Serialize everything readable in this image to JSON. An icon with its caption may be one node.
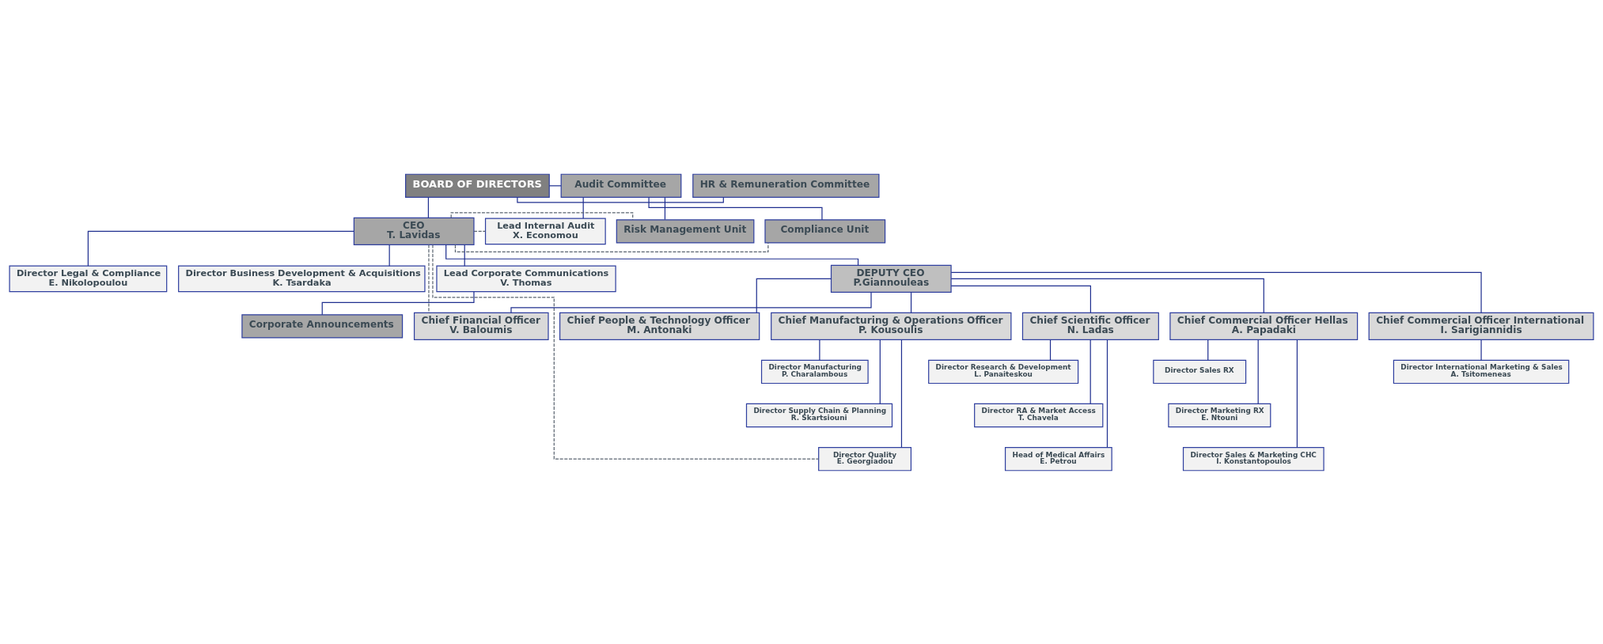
{
  "diagram": {
    "nodes": [
      {
        "text": [
          "BOARD OF DIRECTORS"
        ]
      },
      {
        "text": [
          "HR & Remuneration Committee"
        ]
      },
      {
        "text": [
          "Audit Committee"
        ]
      },
      {
        "text": [
          "Director Legal & Compliance",
          "E. Nikolopoulou"
        ]
      },
      {
        "text": [
          "CEO",
          "T. Lavidas"
        ]
      },
      {
        "text": [
          "Lead Internal Audit",
          "X. Economou"
        ]
      },
      {
        "text": [
          "Director Business Development & Acquisitions",
          "K. Tsardaka"
        ]
      },
      {
        "text": [
          "Risk Management Unit"
        ]
      },
      {
        "text": [
          "Corporate Announcements"
        ]
      },
      {
        "text": [
          "Lead Corporate Communications",
          "V. Thomas"
        ]
      },
      {
        "text": [
          "Compliance Unit"
        ]
      },
      {
        "text": [
          "DEPUTY CEO",
          "P.Giannouleas"
        ]
      },
      {
        "text": [
          "Chief Financial Officer",
          "V. Baloumis"
        ]
      },
      {
        "text": [
          "Chief People & Technology Officer",
          "M. Antonaki"
        ]
      },
      {
        "text": [
          "Chief Manufacturing & Operations Officer",
          "P. Kousoulis"
        ]
      },
      {
        "text": [
          "Chief Scientific Officer",
          "N. Ladas"
        ]
      },
      {
        "text": [
          "Chief Commercial Officer Hellas",
          "A. Papadaki"
        ]
      },
      {
        "text": [
          "Chief Commercial Officer International",
          "I. Sarigiannidis"
        ]
      },
      {
        "text": [
          "Director International Marketing & Sales",
          "A. Tsitomeneas"
        ]
      },
      {
        "text": [
          "Director Manufacturing",
          "P. Charalambous"
        ]
      },
      {
        "text": [
          "Director Research & Development",
          "L. Panaiteskou"
        ]
      },
      {
        "text": [
          "Director Sales RX"
        ]
      },
      {
        "text": [
          "Director Supply Chain & Planning",
          "R. Skartsiouni"
        ]
      },
      {
        "text": [
          "Director RA & Market Access",
          "T. Chavela"
        ]
      },
      {
        "text": [
          "Director Marketing RX",
          "E. Ntouni"
        ]
      },
      {
        "text": [
          "Director Quality",
          "E. Georgiadou"
        ]
      },
      {
        "text": [
          "Head of Medical Affairs",
          "E. Petrou"
        ]
      },
      {
        "text": [
          "Director Sales & Marketing CHC",
          "I. Konstantopoulos"
        ]
      }
    ],
    "edges": [
      {
        "from": 0,
        "to": 1,
        "arrow": "none"
      },
      {
        "from": 0,
        "to": 2,
        "arrow": "none"
      },
      {
        "from": 0,
        "to": 4,
        "arrow": "none"
      },
      {
        "from": 4,
        "to": 3,
        "arrow": "none"
      },
      {
        "from": 4,
        "to": 6,
        "arrow": "none"
      },
      {
        "from": 4,
        "to": 9,
        "arrow": "none"
      },
      {
        "from": 9,
        "to": 8,
        "arrow": "none"
      },
      {
        "from": 2,
        "to": 5,
        "arrow": "none"
      },
      {
        "from": 2,
        "to": 7,
        "arrow": "none"
      },
      {
        "from": 2,
        "to": 10,
        "arrow": "none"
      },
      {
        "from": 4,
        "to": 11,
        "arrow": "none"
      },
      {
        "from": 11,
        "to": 12,
        "arrow": "none"
      },
      {
        "from": 11,
        "to": 13,
        "arrow": "none"
      },
      {
        "from": 11,
        "to": 14,
        "arrow": "none"
      },
      {
        "from": 11,
        "to": 15,
        "arrow": "none"
      },
      {
        "from": 11,
        "to": 16,
        "arrow": "none"
      },
      {
        "from": 11,
        "to": 17,
        "arrow": "none"
      },
      {
        "from": 14,
        "to": 19,
        "arrow": "none"
      },
      {
        "from": 14,
        "to": 22,
        "arrow": "none"
      },
      {
        "from": 14,
        "to": 25,
        "arrow": "none"
      },
      {
        "from": 15,
        "to": 20,
        "arrow": "none"
      },
      {
        "from": 15,
        "to": 23,
        "arrow": "none"
      },
      {
        "from": 15,
        "to": 26,
        "arrow": "none"
      },
      {
        "from": 16,
        "to": 21,
        "arrow": "none"
      },
      {
        "from": 16,
        "to": 24,
        "arrow": "none"
      },
      {
        "from": 16,
        "to": 27,
        "arrow": "none"
      },
      {
        "from": 17,
        "to": 18,
        "arrow": "none"
      },
      {
        "from": 4,
        "to": 25,
        "arrow": "none",
        "style": "dashed",
        "color": "#5a6470"
      },
      {
        "from": 4,
        "to": 12,
        "arrow": "none",
        "style": "dashed",
        "color": "#5a6470"
      },
      {
        "from": 4,
        "to": 5,
        "arrow": "none",
        "style": "dashed",
        "color": "#5a6470"
      },
      {
        "from": 4,
        "to": 7,
        "arrow": "none",
        "style": "dashed",
        "color": "#5a6470"
      },
      {
        "from": 4,
        "to": 10,
        "arrow": "none",
        "style": "dashed",
        "color": "#5a6470"
      }
    ]
  }
}
